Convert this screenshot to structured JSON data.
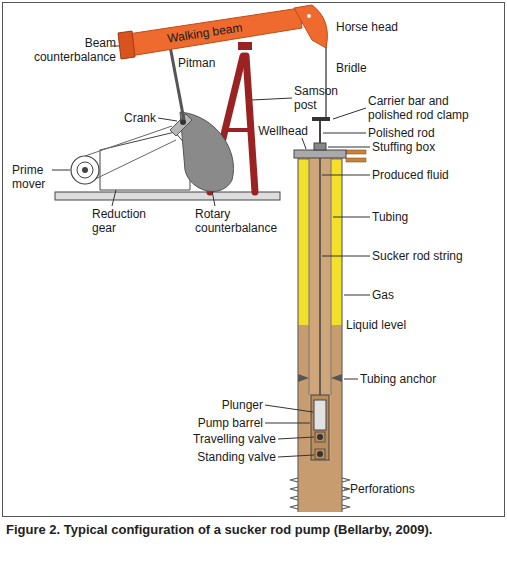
{
  "diagram": {
    "caption": "Figure 2. Typical configuration of a sucker rod pump (Bellarby, 2009).",
    "labels": [
      "Beam counterbalance",
      "Walking beam",
      "Horse head",
      "Pitman",
      "Samson post",
      "Bridle",
      "Carrier bar and polished rod clamp",
      "Crank",
      "Polished rod",
      "Wellhead",
      "Stuffing box",
      "Prime mover",
      "Reduction gear",
      "Rotary counterbalance",
      "Produced fluid",
      "Tubing",
      "Sucker rod string",
      "Gas",
      "Liquid level",
      "Tubing anchor",
      "Plunger",
      "Pump barrel",
      "Travelling valve",
      "Standing valve",
      "Perforations"
    ]
  }
}
